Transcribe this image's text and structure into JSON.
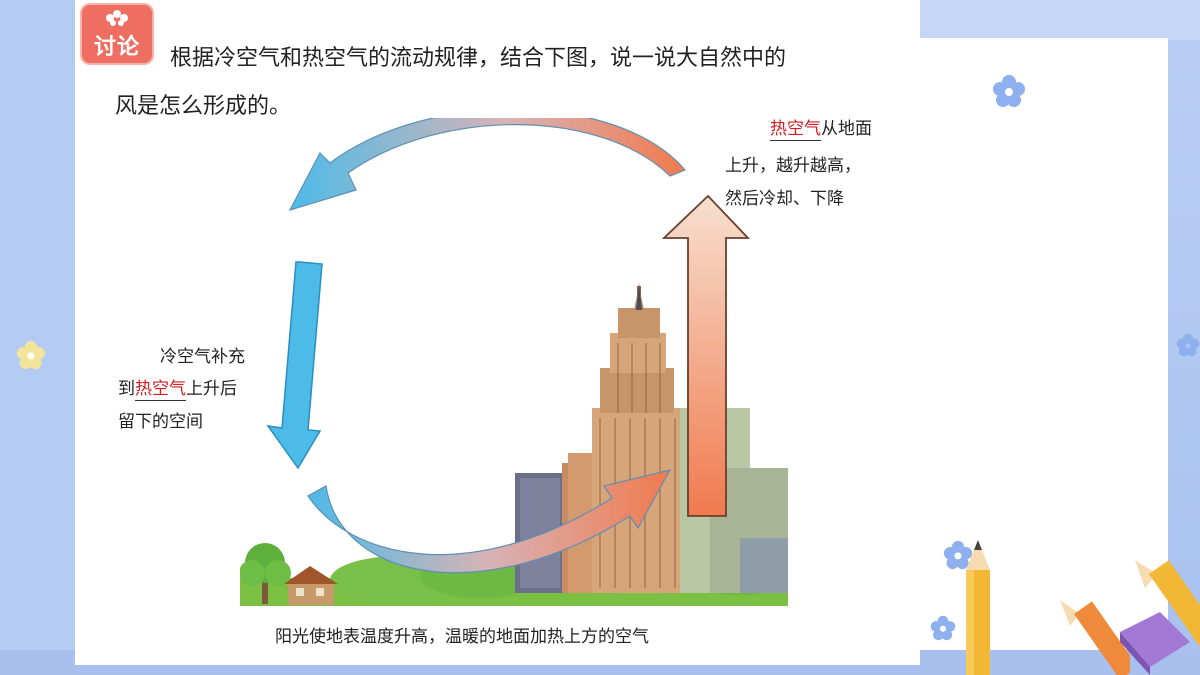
{
  "badge": {
    "label": "讨论"
  },
  "question": {
    "line1": "根据冷空气和热空气的流动规律，结合下图，说一说大自然中的",
    "line2": "风是怎么形成的。"
  },
  "right_label": {
    "highlight": "热空气",
    "line1_rest": "从地面",
    "line2": "上升，越升越高，",
    "line3": "然后冷却、下降"
  },
  "left_label": {
    "line1": "冷空气补充",
    "line2_prefix": "到",
    "highlight": "热空气",
    "line2_rest": "上升后",
    "line3": "留下的空间"
  },
  "caption": "阳光使地表温度升高，温暖的地面加热上方的空气",
  "colors": {
    "hot": "#f07a4e",
    "cold": "#4dbbe8",
    "badge": "#ee6f62",
    "highlight_text": "#d31d22"
  }
}
